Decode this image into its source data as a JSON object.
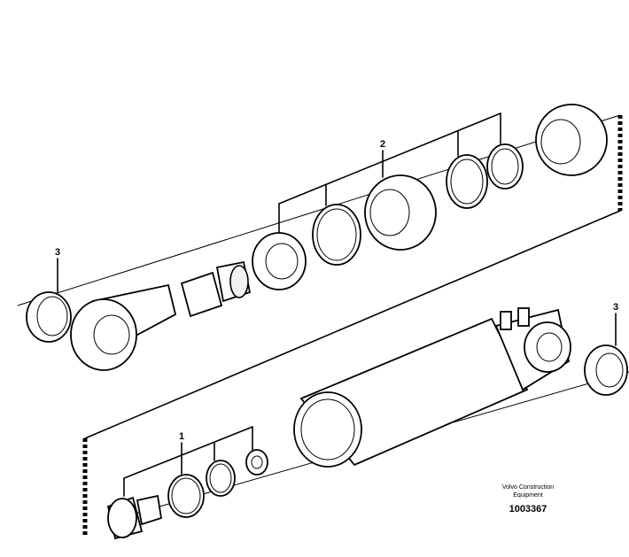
{
  "callouts": {
    "one": "1",
    "two": "2",
    "three_left": "3",
    "three_right": "3"
  },
  "caption": {
    "brand_line1": "Volvo Construction",
    "brand_line2": "Equipment",
    "doc_number": "1003367"
  }
}
